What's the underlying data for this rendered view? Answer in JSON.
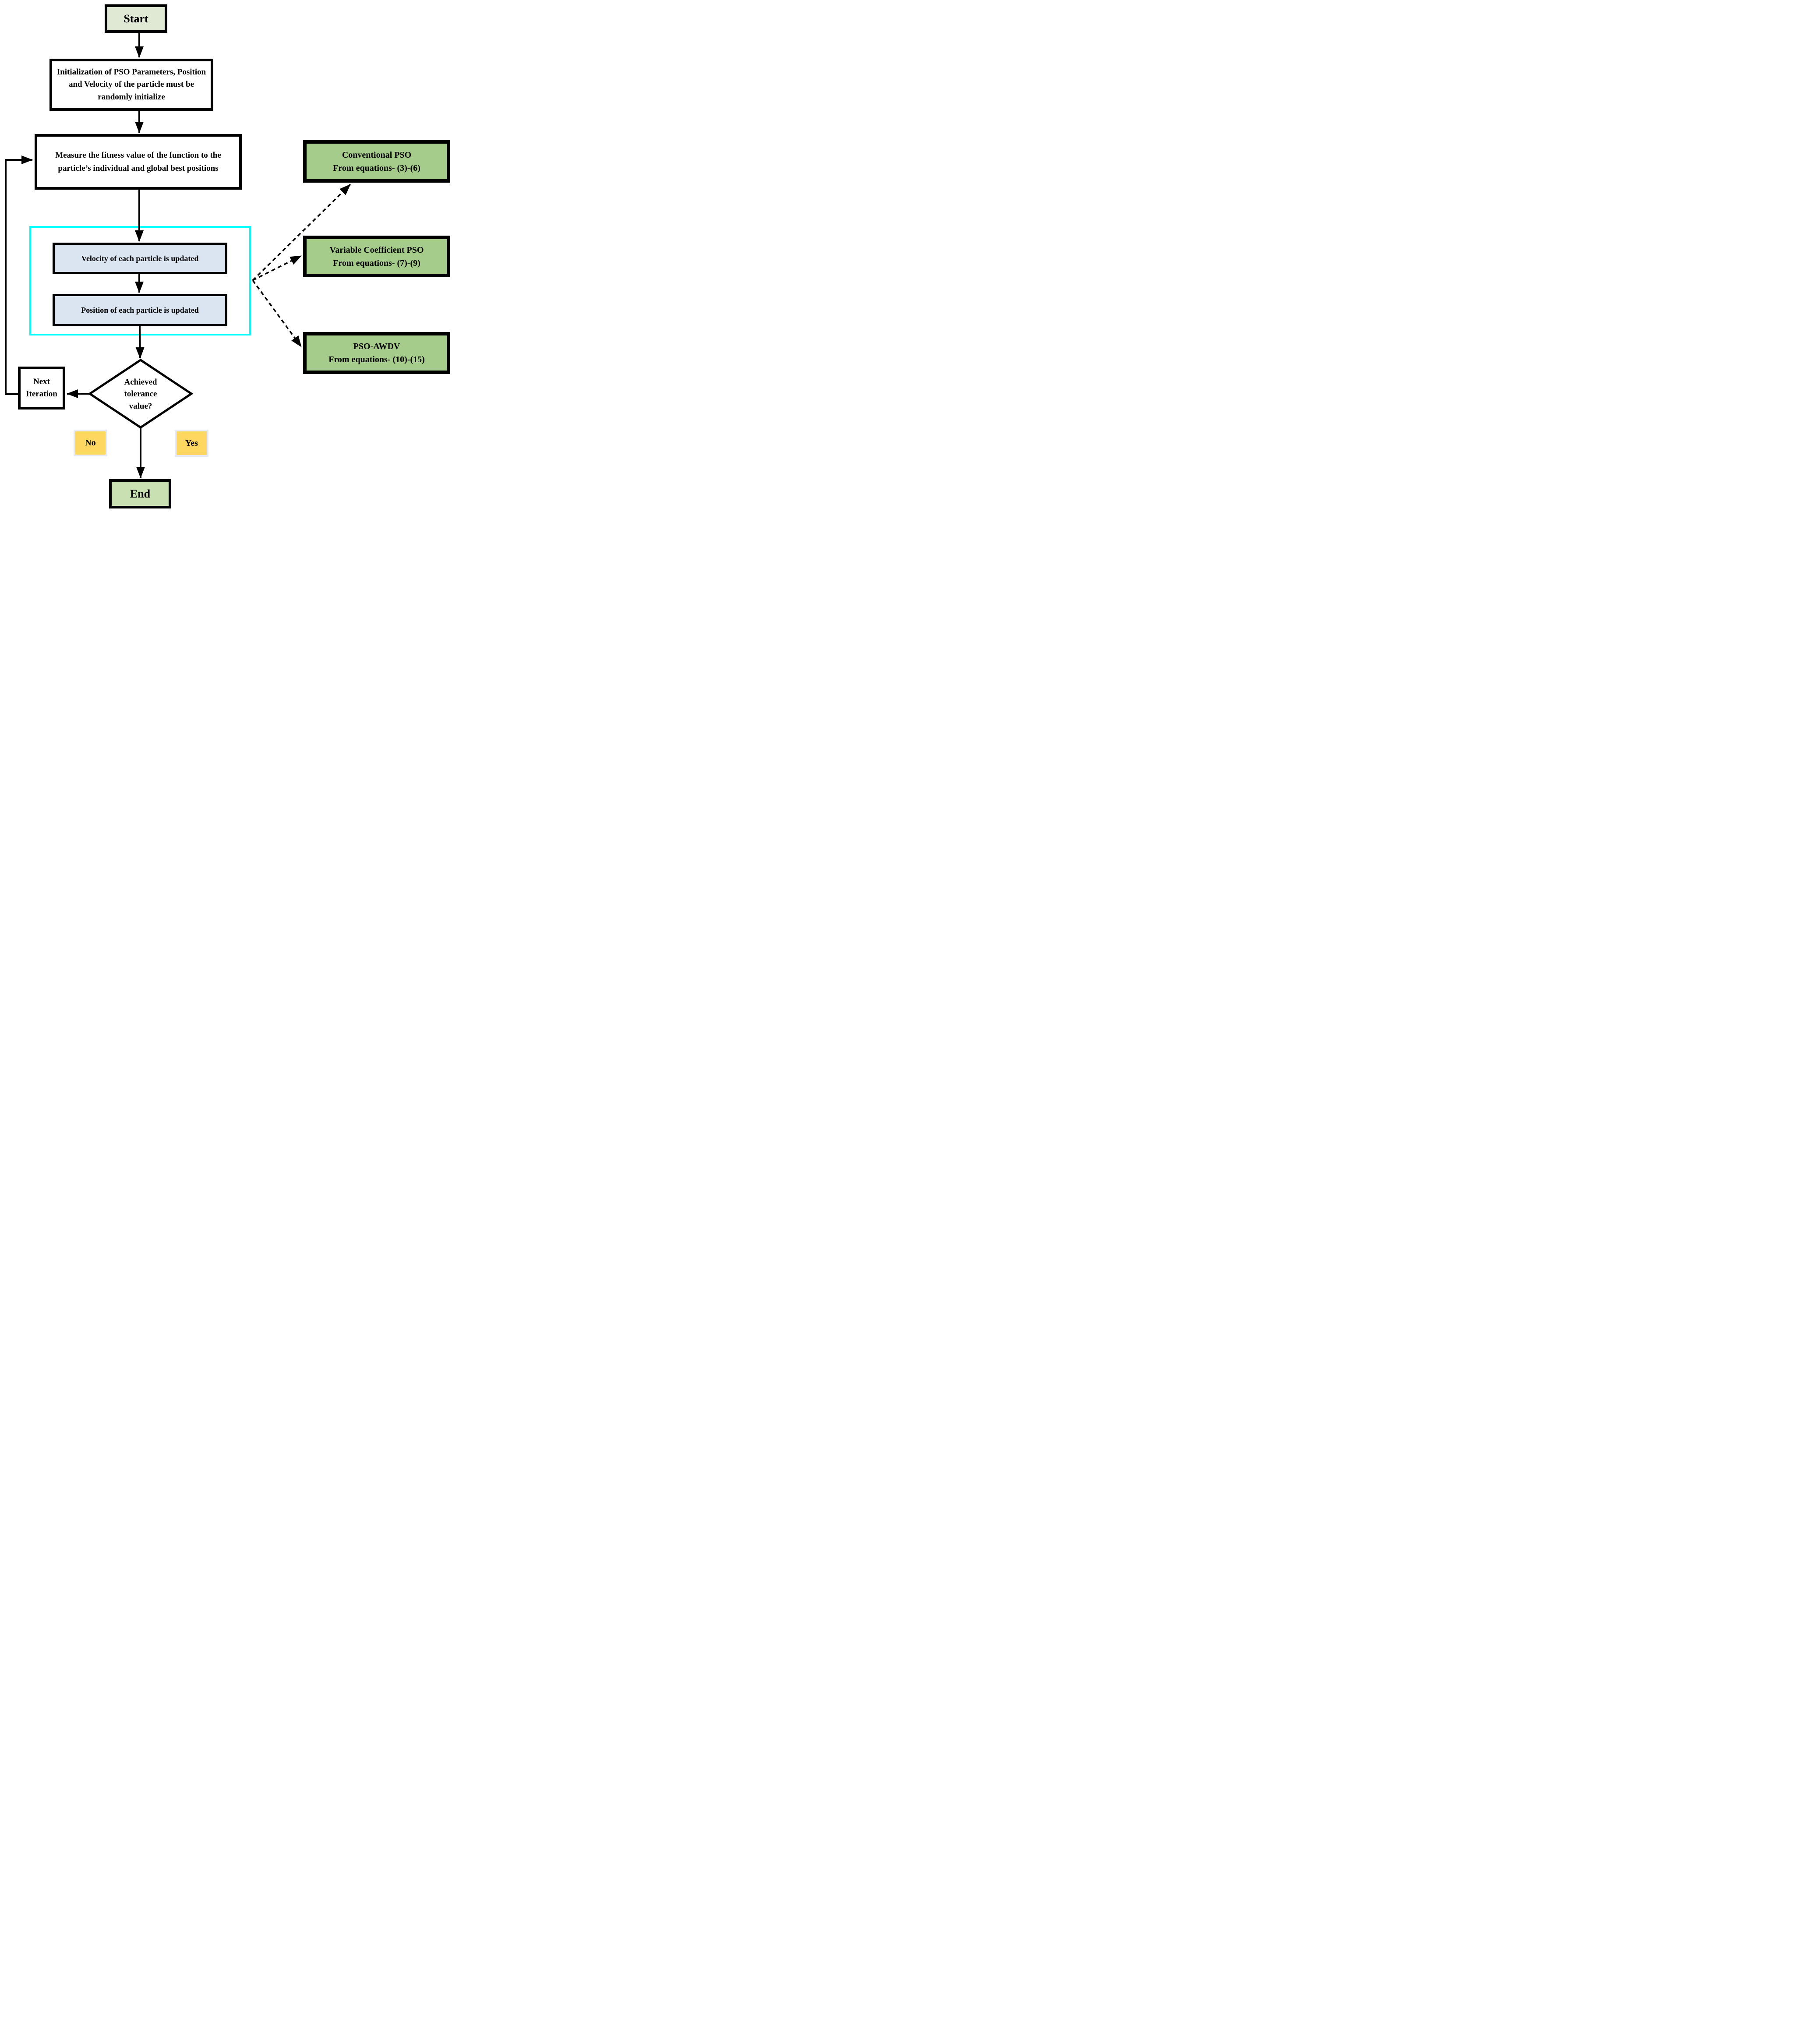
{
  "figure": {
    "type": "flowchart",
    "nodes": {
      "start": {
        "label": "Start"
      },
      "init": {
        "lines": [
          "Initialization of PSO Parameters, Position",
          "and Velocity of the particle must be",
          "randomly initialize"
        ]
      },
      "measure": {
        "lines": [
          "Measure the fitness value of the function to the",
          "particle’s individual and global best positions"
        ]
      },
      "velocity": {
        "label": "Velocity of each particle is updated"
      },
      "position": {
        "label": "Position of each particle is updated"
      },
      "decision": {
        "lines": [
          "Achieved",
          "tolerance",
          "value?"
        ]
      },
      "next_iteration": {
        "lines": [
          "Next",
          "Iteration"
        ]
      },
      "no": {
        "label": "No"
      },
      "yes": {
        "label": "Yes"
      },
      "end": {
        "label": "End"
      },
      "conventional_pso": {
        "title": "Conventional PSO",
        "subtitle": "From equations- (3)-(6)"
      },
      "variable_pso": {
        "title": "Variable Coefficient PSO",
        "subtitle": "From equations- (7)-(9)"
      },
      "pso_awdv": {
        "title": "PSO-AWDV",
        "subtitle": "From equations- (10)-(15)"
      }
    },
    "colors": {
      "start_fill": "#dfe9d3",
      "end_fill": "#c9e0b3",
      "process_fill": "#ffffff",
      "update_fill": "#dbe5f2",
      "branch_fill": "#a6cc8b",
      "label_fill": "#fdd75f",
      "label_border": "#e7eaf4",
      "container_border": "#00ffff",
      "line": "#000000"
    }
  }
}
